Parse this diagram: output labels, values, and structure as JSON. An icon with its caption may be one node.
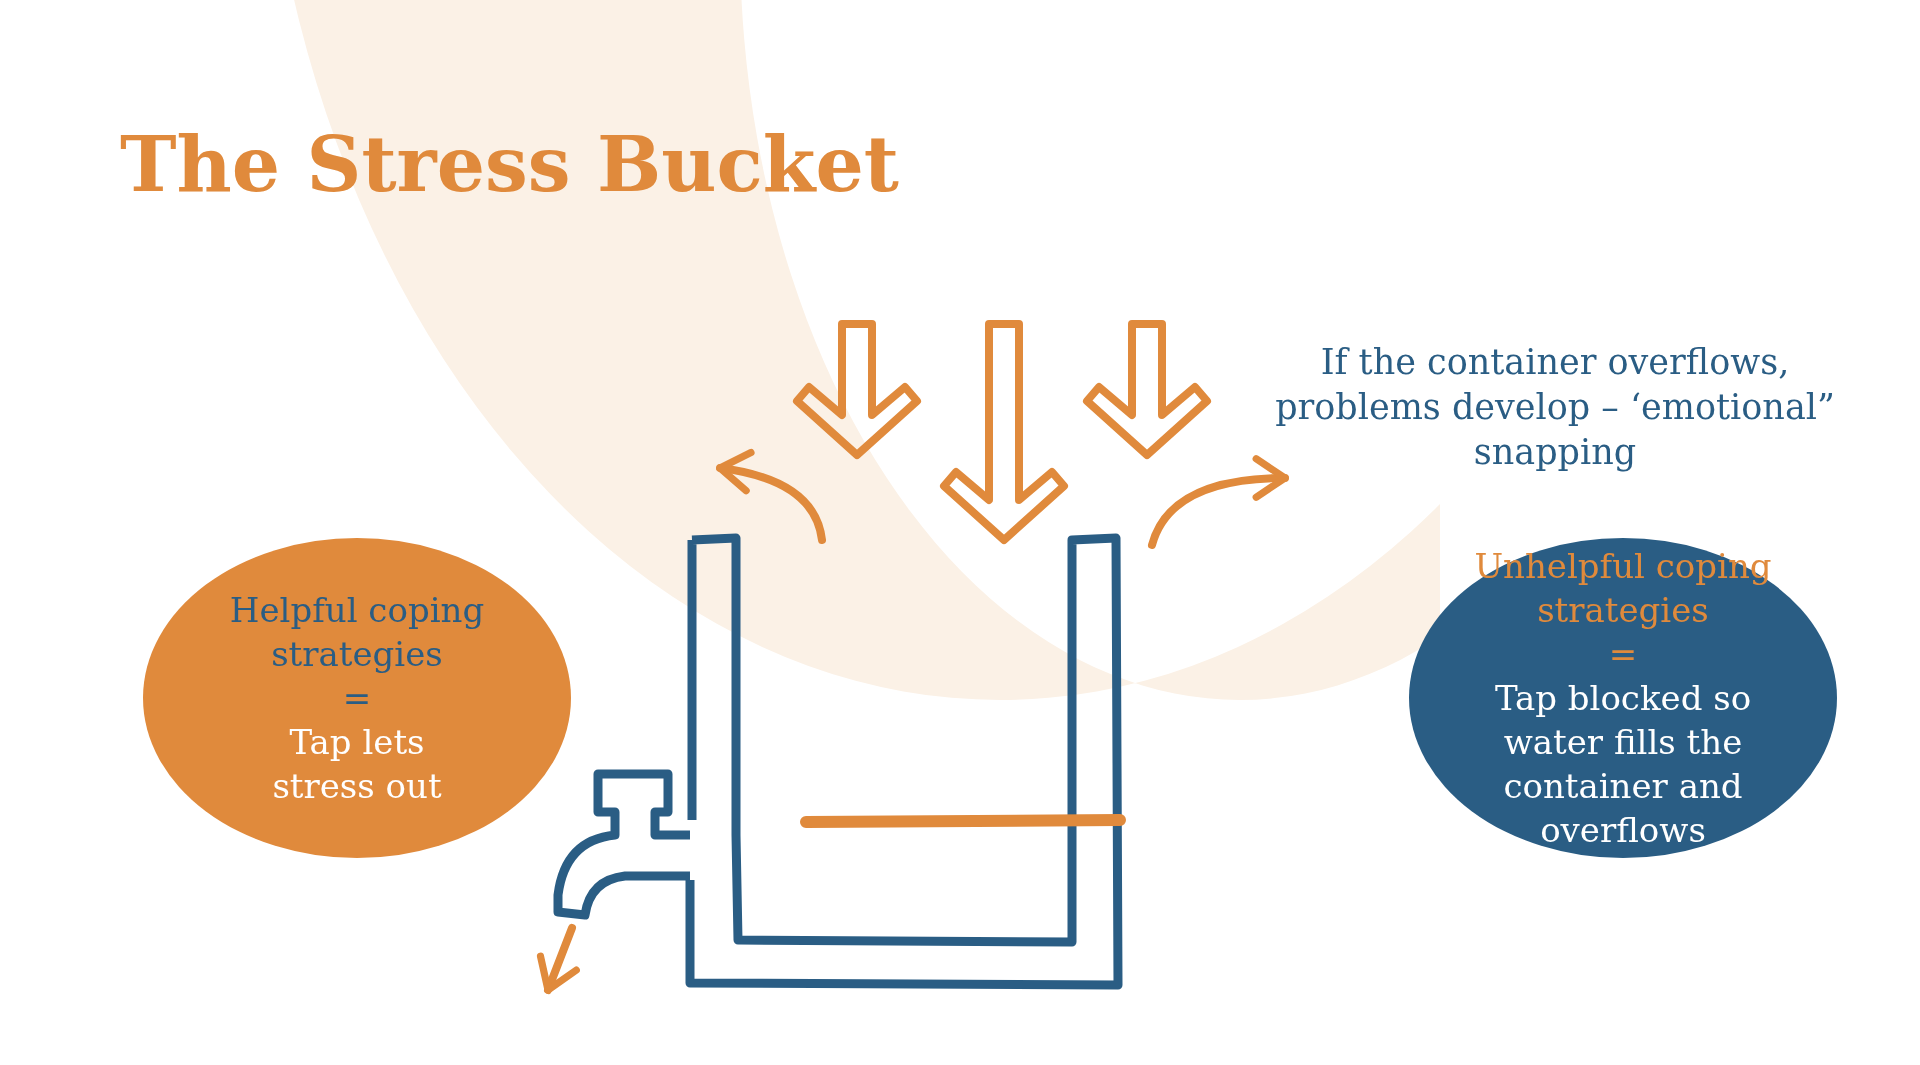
{
  "diagram": {
    "title": "The Stress Bucket",
    "nodes": [
      {
        "text": [
          "Helpful coping strategies",
          "=",
          "Tap lets stress out"
        ]
      },
      {
        "text": [
          "Unhelpful coping strategies",
          "=",
          "Tap blocked so water fills the container and overflows"
        ]
      }
    ],
    "labels": [
      "If the container overflows, problems develop – ‘emotional” snapping"
    ]
  }
}
